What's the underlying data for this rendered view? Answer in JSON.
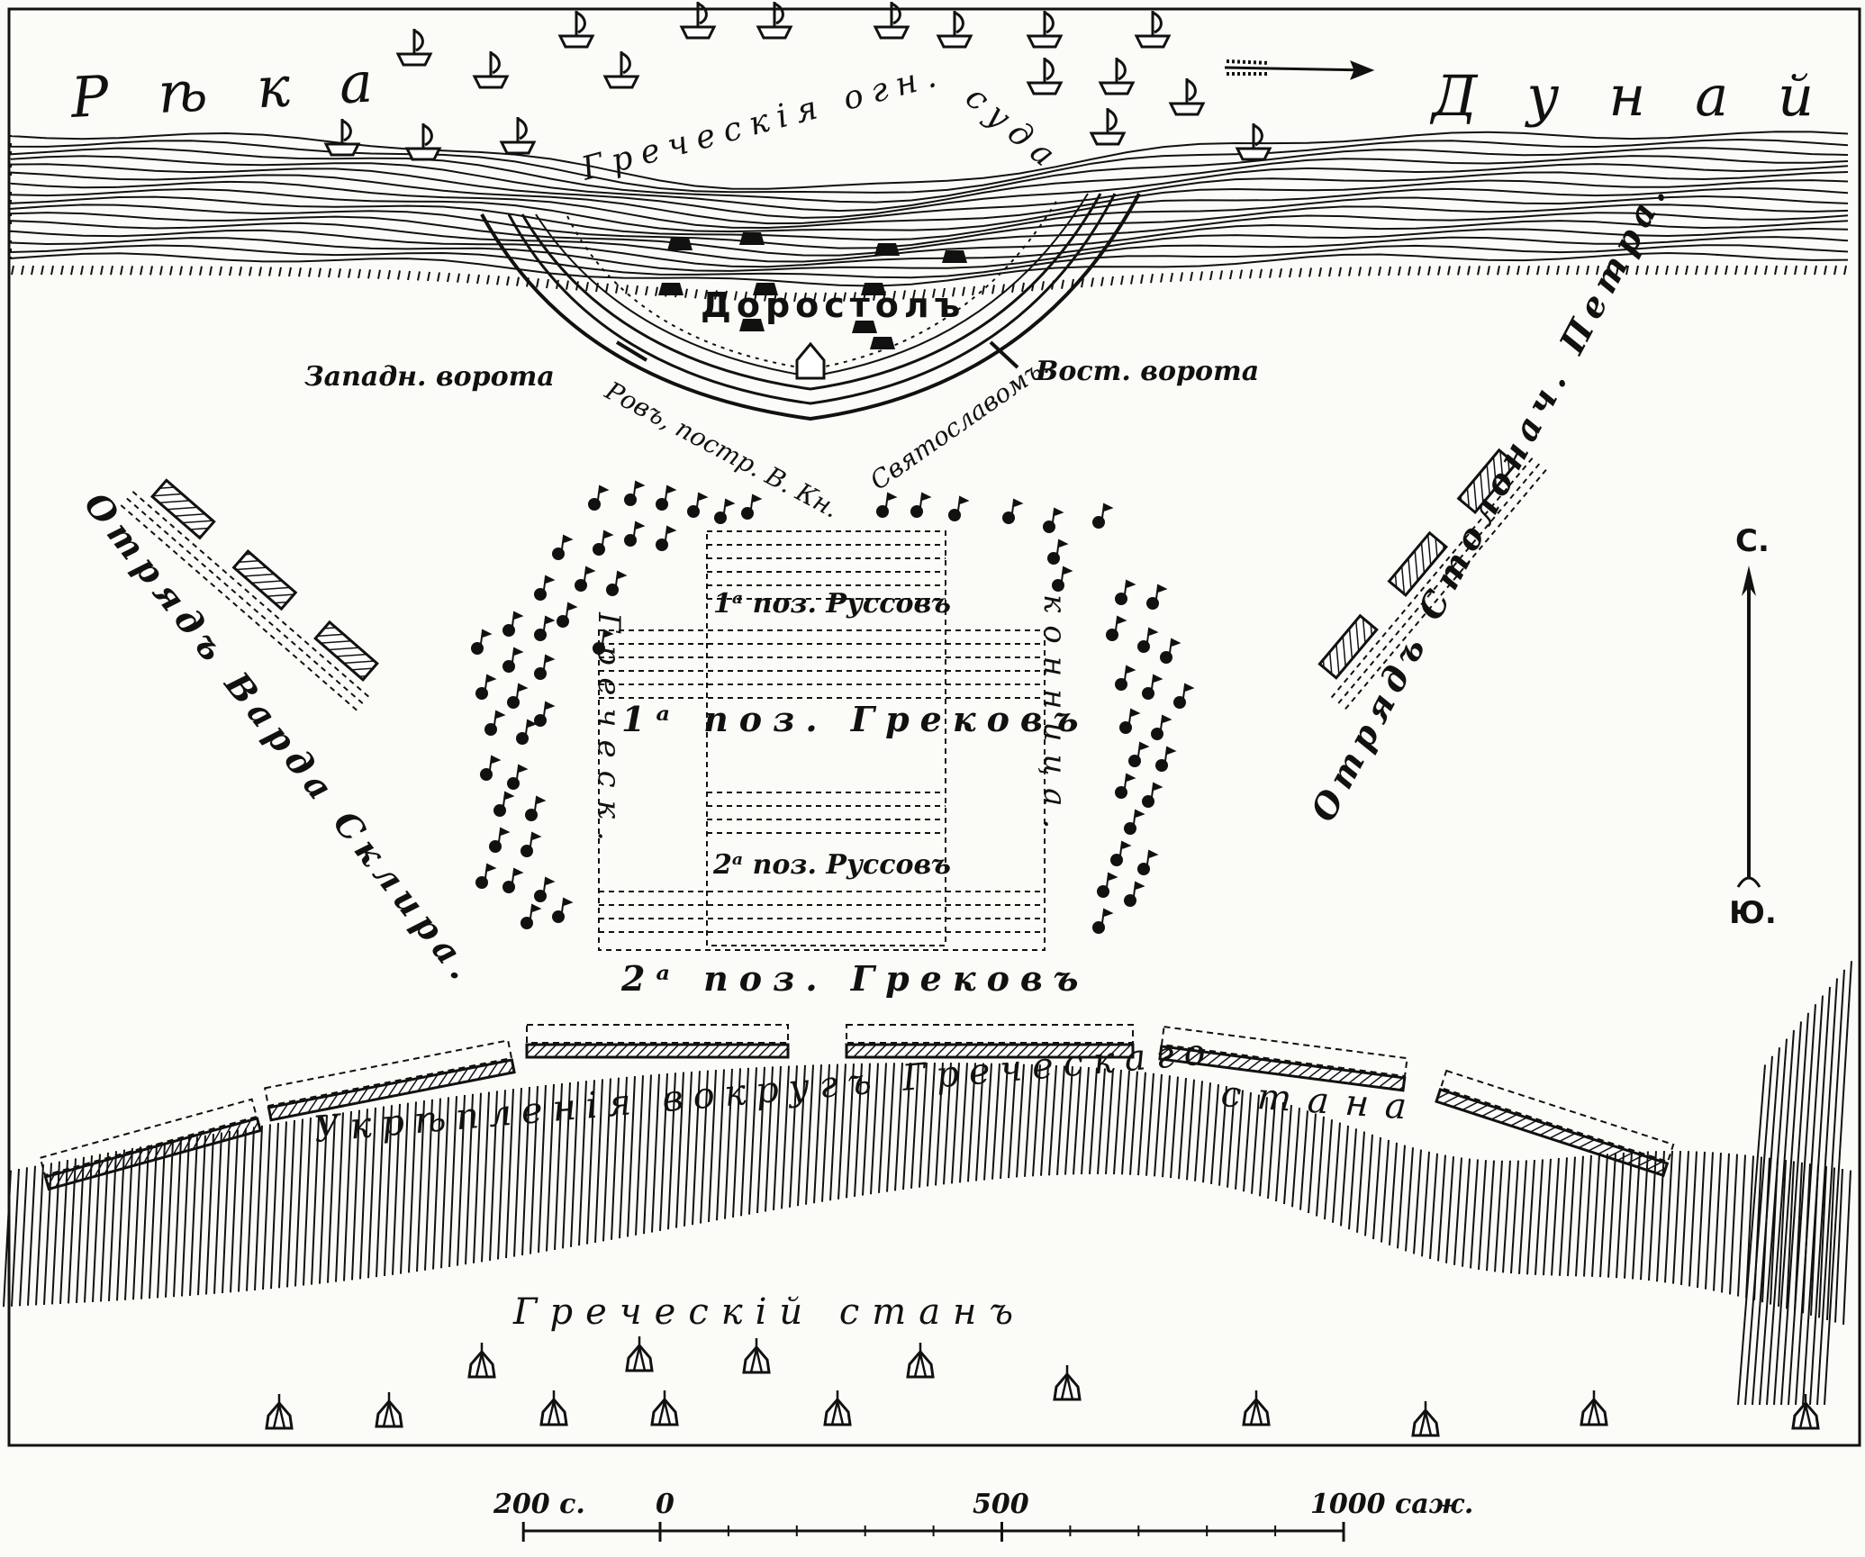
{
  "map": {
    "river": {
      "name_left": "Рѣка",
      "name_right": "Дунай",
      "ships_label_1": "Греческія огн.",
      "ships_label_2": "суда"
    },
    "city": {
      "name": "Доростолъ",
      "west_gate": "Западн. ворота",
      "east_gate": "Вост. ворота",
      "ditch_1": "Ровъ, постр. В. Кн.",
      "ditch_2": "Святославомъ."
    },
    "detachments": {
      "west": "Отрядъ Варда Склира.",
      "east": "Отрядъ Столонач. Петра."
    },
    "positions": {
      "rus_1": "1ᵃ поз. Руссовъ",
      "greek_1": "1ᵃ поз. Грековъ",
      "rus_2": "2ᵃ поз. Руссовъ",
      "greek_2": "2ᵃ поз. Грековъ"
    },
    "cavalry": {
      "left": "Греческ.",
      "right": "конница."
    },
    "fortifications_1": "Укрѣпленія вокругъ Греческаго",
    "fortifications_2": "стана",
    "camp": "Греческій станъ",
    "compass": {
      "north": "С.",
      "south": "Ю."
    },
    "scale": {
      "labels": [
        "200 с.",
        "0",
        "500",
        "1000 саж."
      ],
      "values": [
        -200,
        0,
        500,
        1000
      ],
      "unit": "саж."
    }
  }
}
